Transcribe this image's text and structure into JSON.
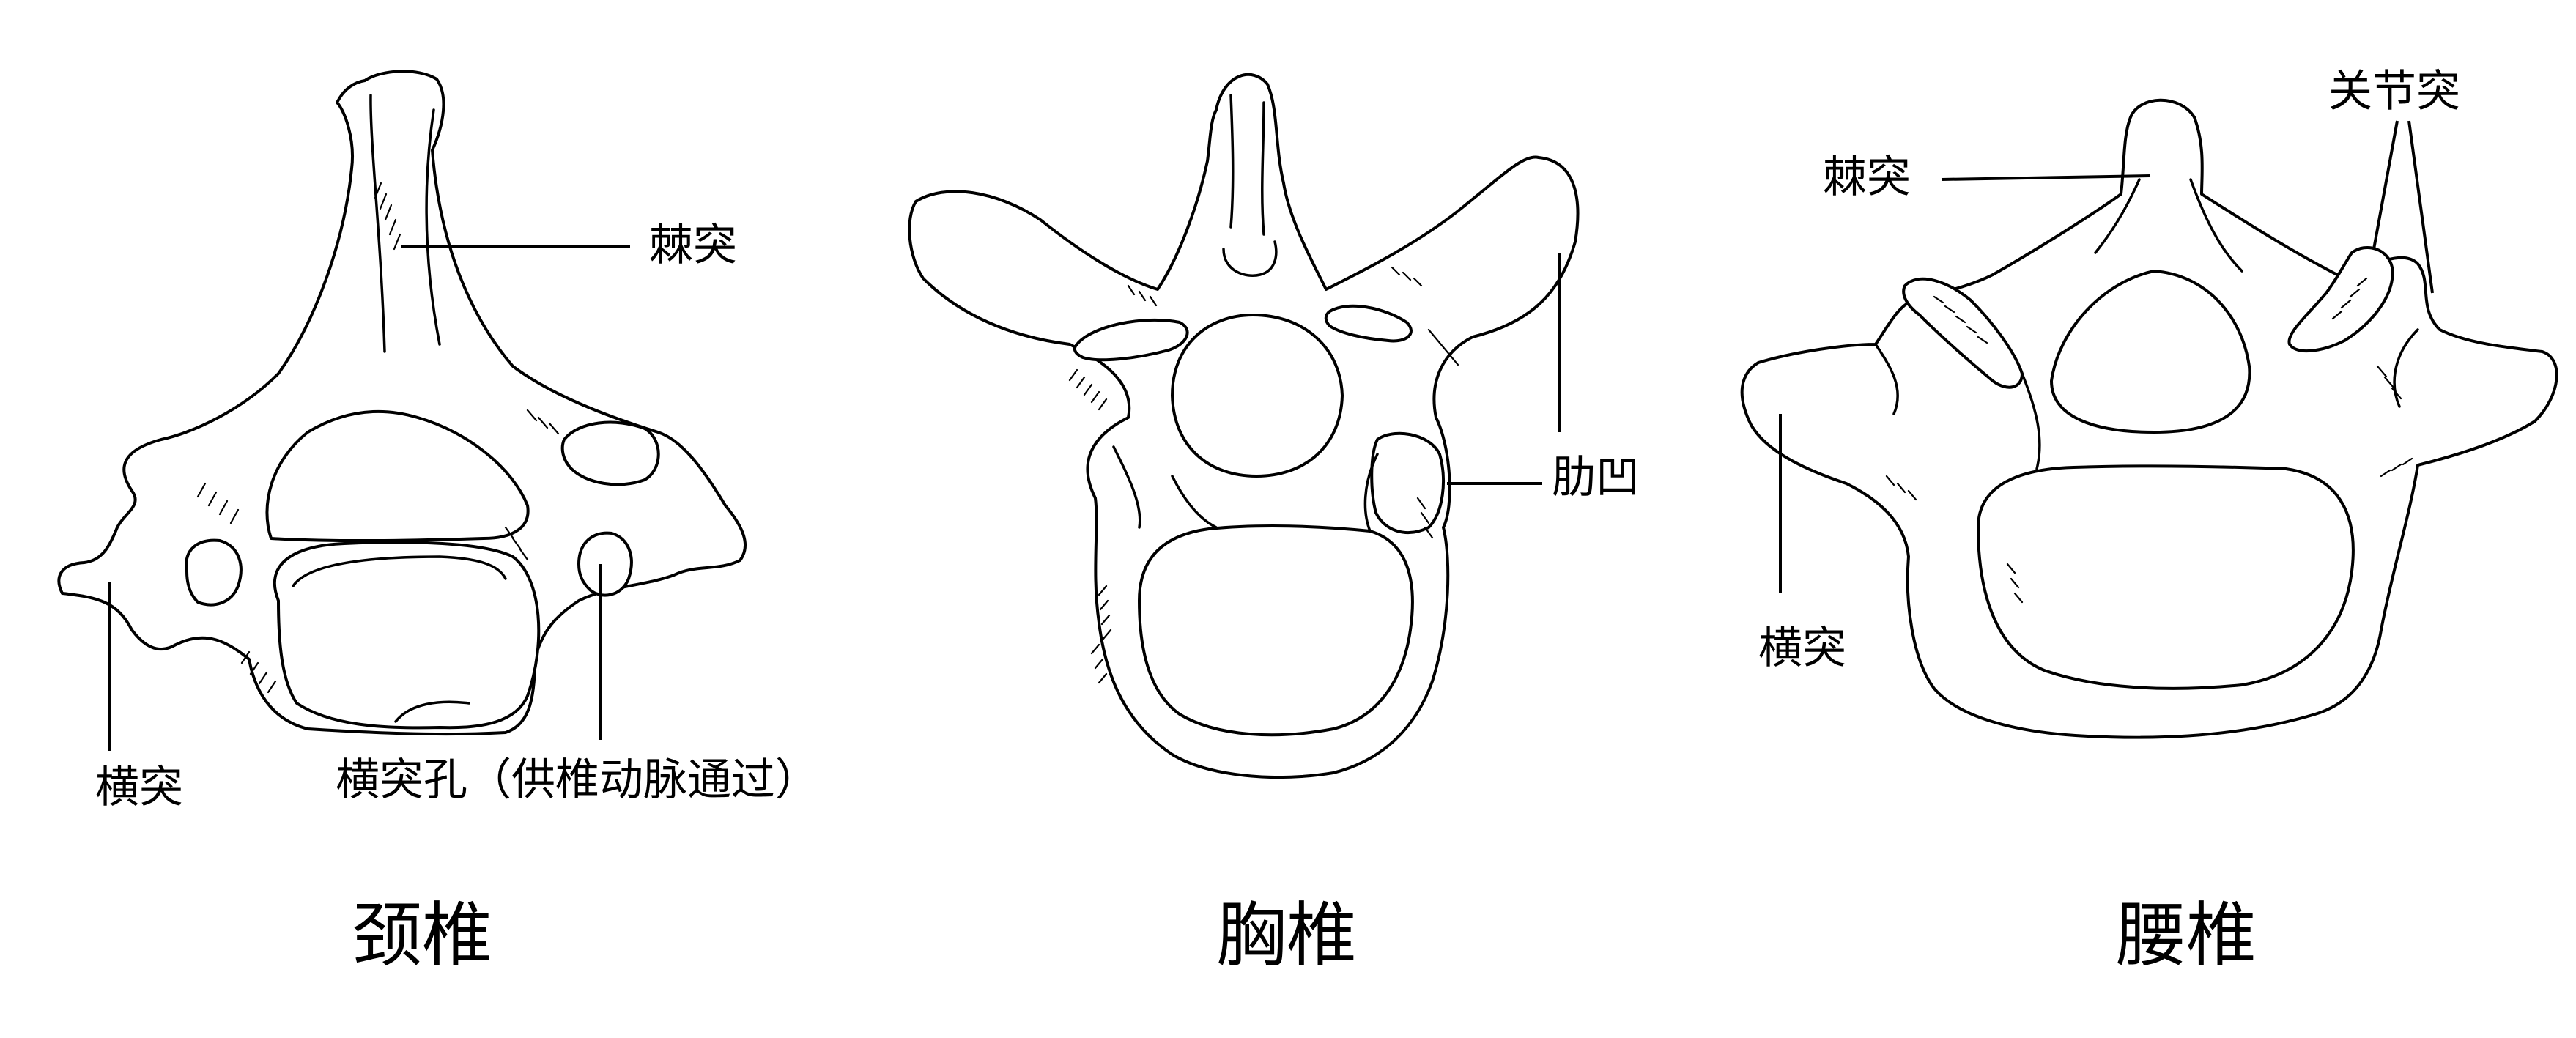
{
  "cervical": {
    "title": "颈椎",
    "labels": {
      "spinous": "棘突",
      "transverse": "横突",
      "foramen": "横突孔（供椎动脉通过）"
    }
  },
  "thoracic": {
    "title": "胸椎",
    "labels": {
      "costal_facet": "肋凹"
    }
  },
  "lumbar": {
    "title": "腰椎",
    "labels": {
      "spinous": "棘突",
      "articular": "关节突",
      "transverse": "横突"
    }
  }
}
